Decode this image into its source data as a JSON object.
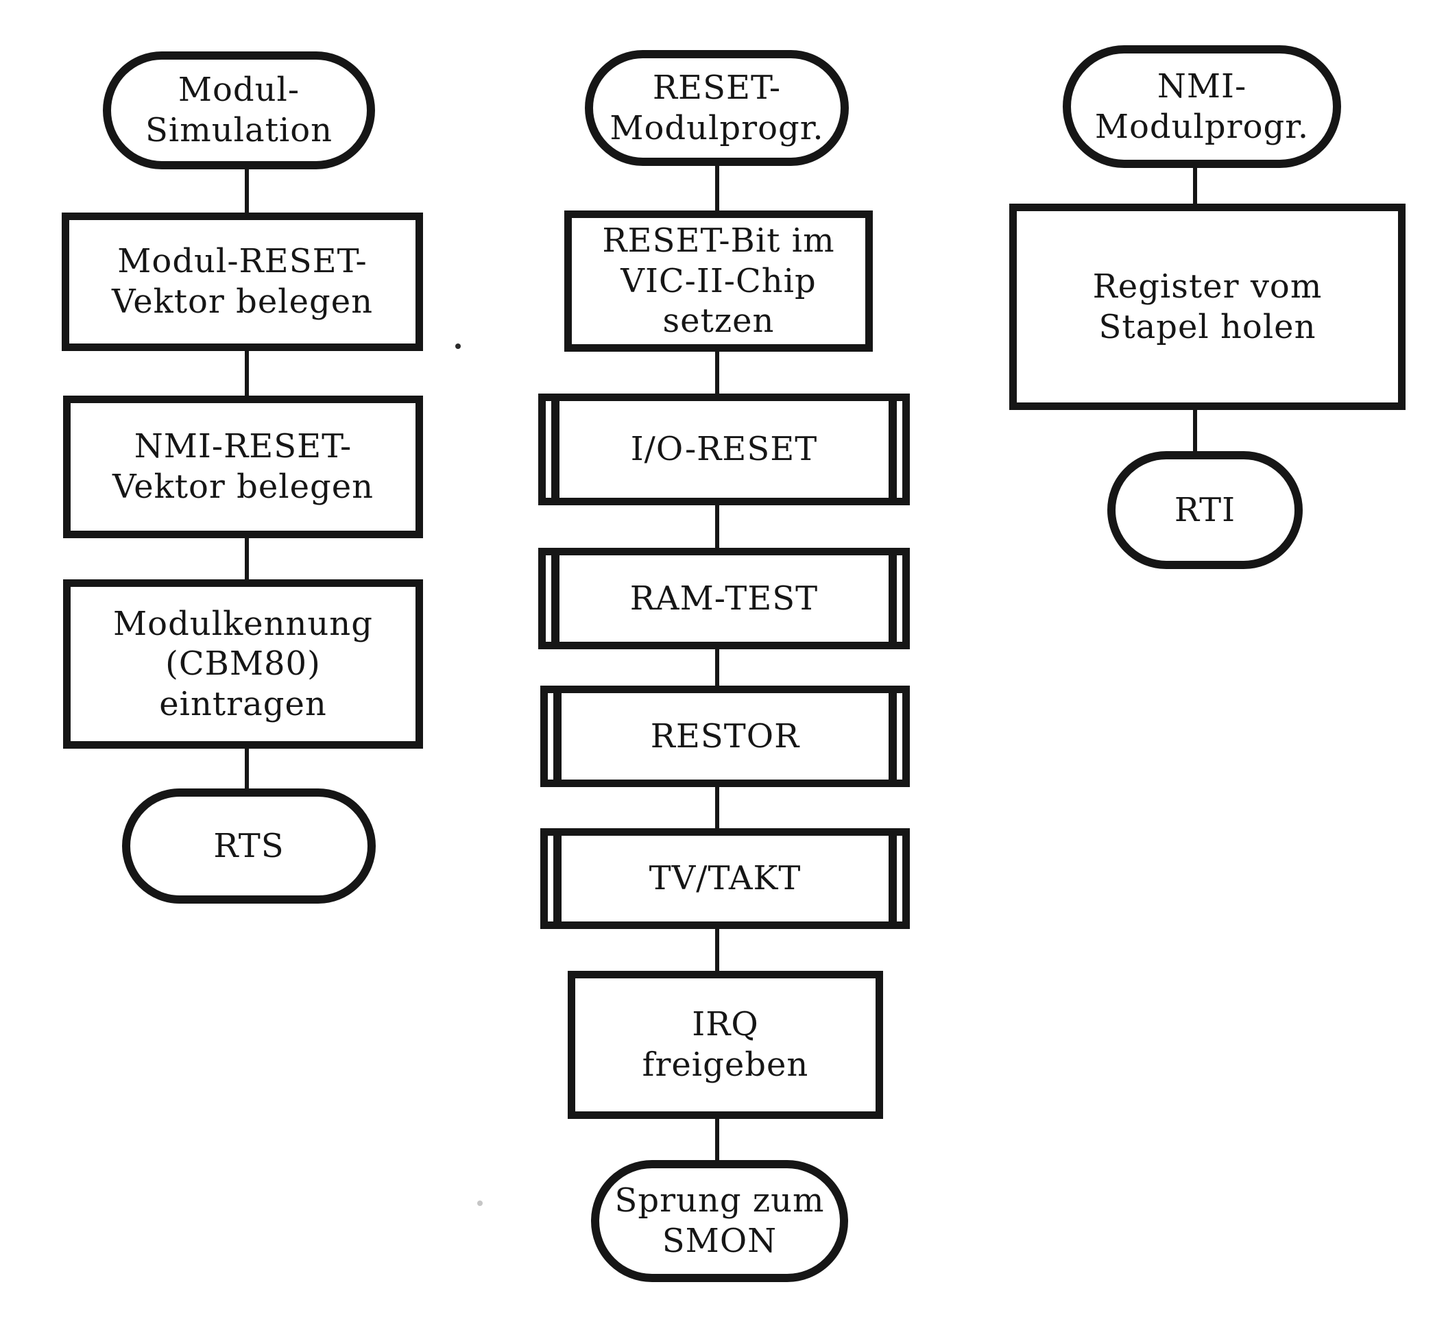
{
  "colors": {
    "ink": "#161616",
    "paper": "#ffffff"
  },
  "diagram_type": "flowchart",
  "nodes": {
    "modul_simulation": {
      "type": "terminal",
      "label": "Modul-\nSimulation"
    },
    "modul_reset_vektor": {
      "type": "process",
      "label": "Modul-RESET-\nVektor belegen"
    },
    "nmi_reset_vektor": {
      "type": "process",
      "label": "NMI-RESET-\nVektor belegen"
    },
    "modulkennung": {
      "type": "process",
      "label": "Modulkennung\n(CBM80)\neintragen"
    },
    "rts": {
      "type": "terminal",
      "label": "RTS"
    },
    "reset_modulprogr": {
      "type": "terminal",
      "label": "RESET-\nModulprogr."
    },
    "reset_bit_vic": {
      "type": "process",
      "label": "RESET-Bit im\nVIC-II-Chip\nsetzen"
    },
    "io_reset": {
      "type": "predefined",
      "label": "I/O-RESET"
    },
    "ram_test": {
      "type": "predefined",
      "label": "RAM-TEST"
    },
    "restor": {
      "type": "predefined",
      "label": "RESTOR"
    },
    "tv_takt": {
      "type": "predefined",
      "label": "TV/TAKT"
    },
    "irq_freigeben": {
      "type": "process",
      "label": "IRQ\nfreigeben"
    },
    "sprung_smon": {
      "type": "terminal",
      "label": "Sprung zum\nSMON"
    },
    "nmi_modulprogr": {
      "type": "terminal",
      "label": "NMI-\nModulprogr."
    },
    "register_stapel": {
      "type": "process",
      "label": "Register vom\nStapel holen"
    },
    "rti": {
      "type": "terminal",
      "label": "RTI"
    }
  }
}
